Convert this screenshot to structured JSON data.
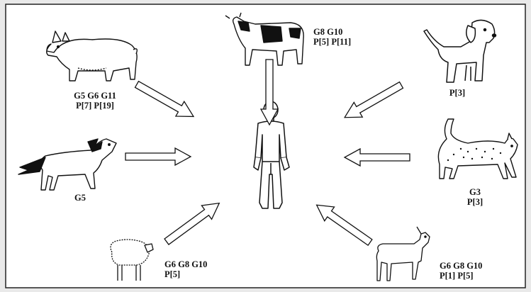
{
  "animals": {
    "pig": {
      "line1": "G5 G6 G11",
      "line2": "P[7] P[19]"
    },
    "cow": {
      "line1": "G8 G10",
      "line2": "P[5] P[11]"
    },
    "dog": {
      "line1": "P[3]"
    },
    "horse": {
      "line1": "G5"
    },
    "cat": {
      "line1": "G3",
      "line2": "P[3]"
    },
    "sheep": {
      "line1": "G6 G8 G10",
      "line2": "P[5]"
    },
    "goat": {
      "line1": "G6 G8 G10",
      "line2": "P[1] P[5]"
    }
  },
  "colors": {
    "ink": "#111111",
    "paper": "#ffffff",
    "background": "#e9e9e9"
  }
}
